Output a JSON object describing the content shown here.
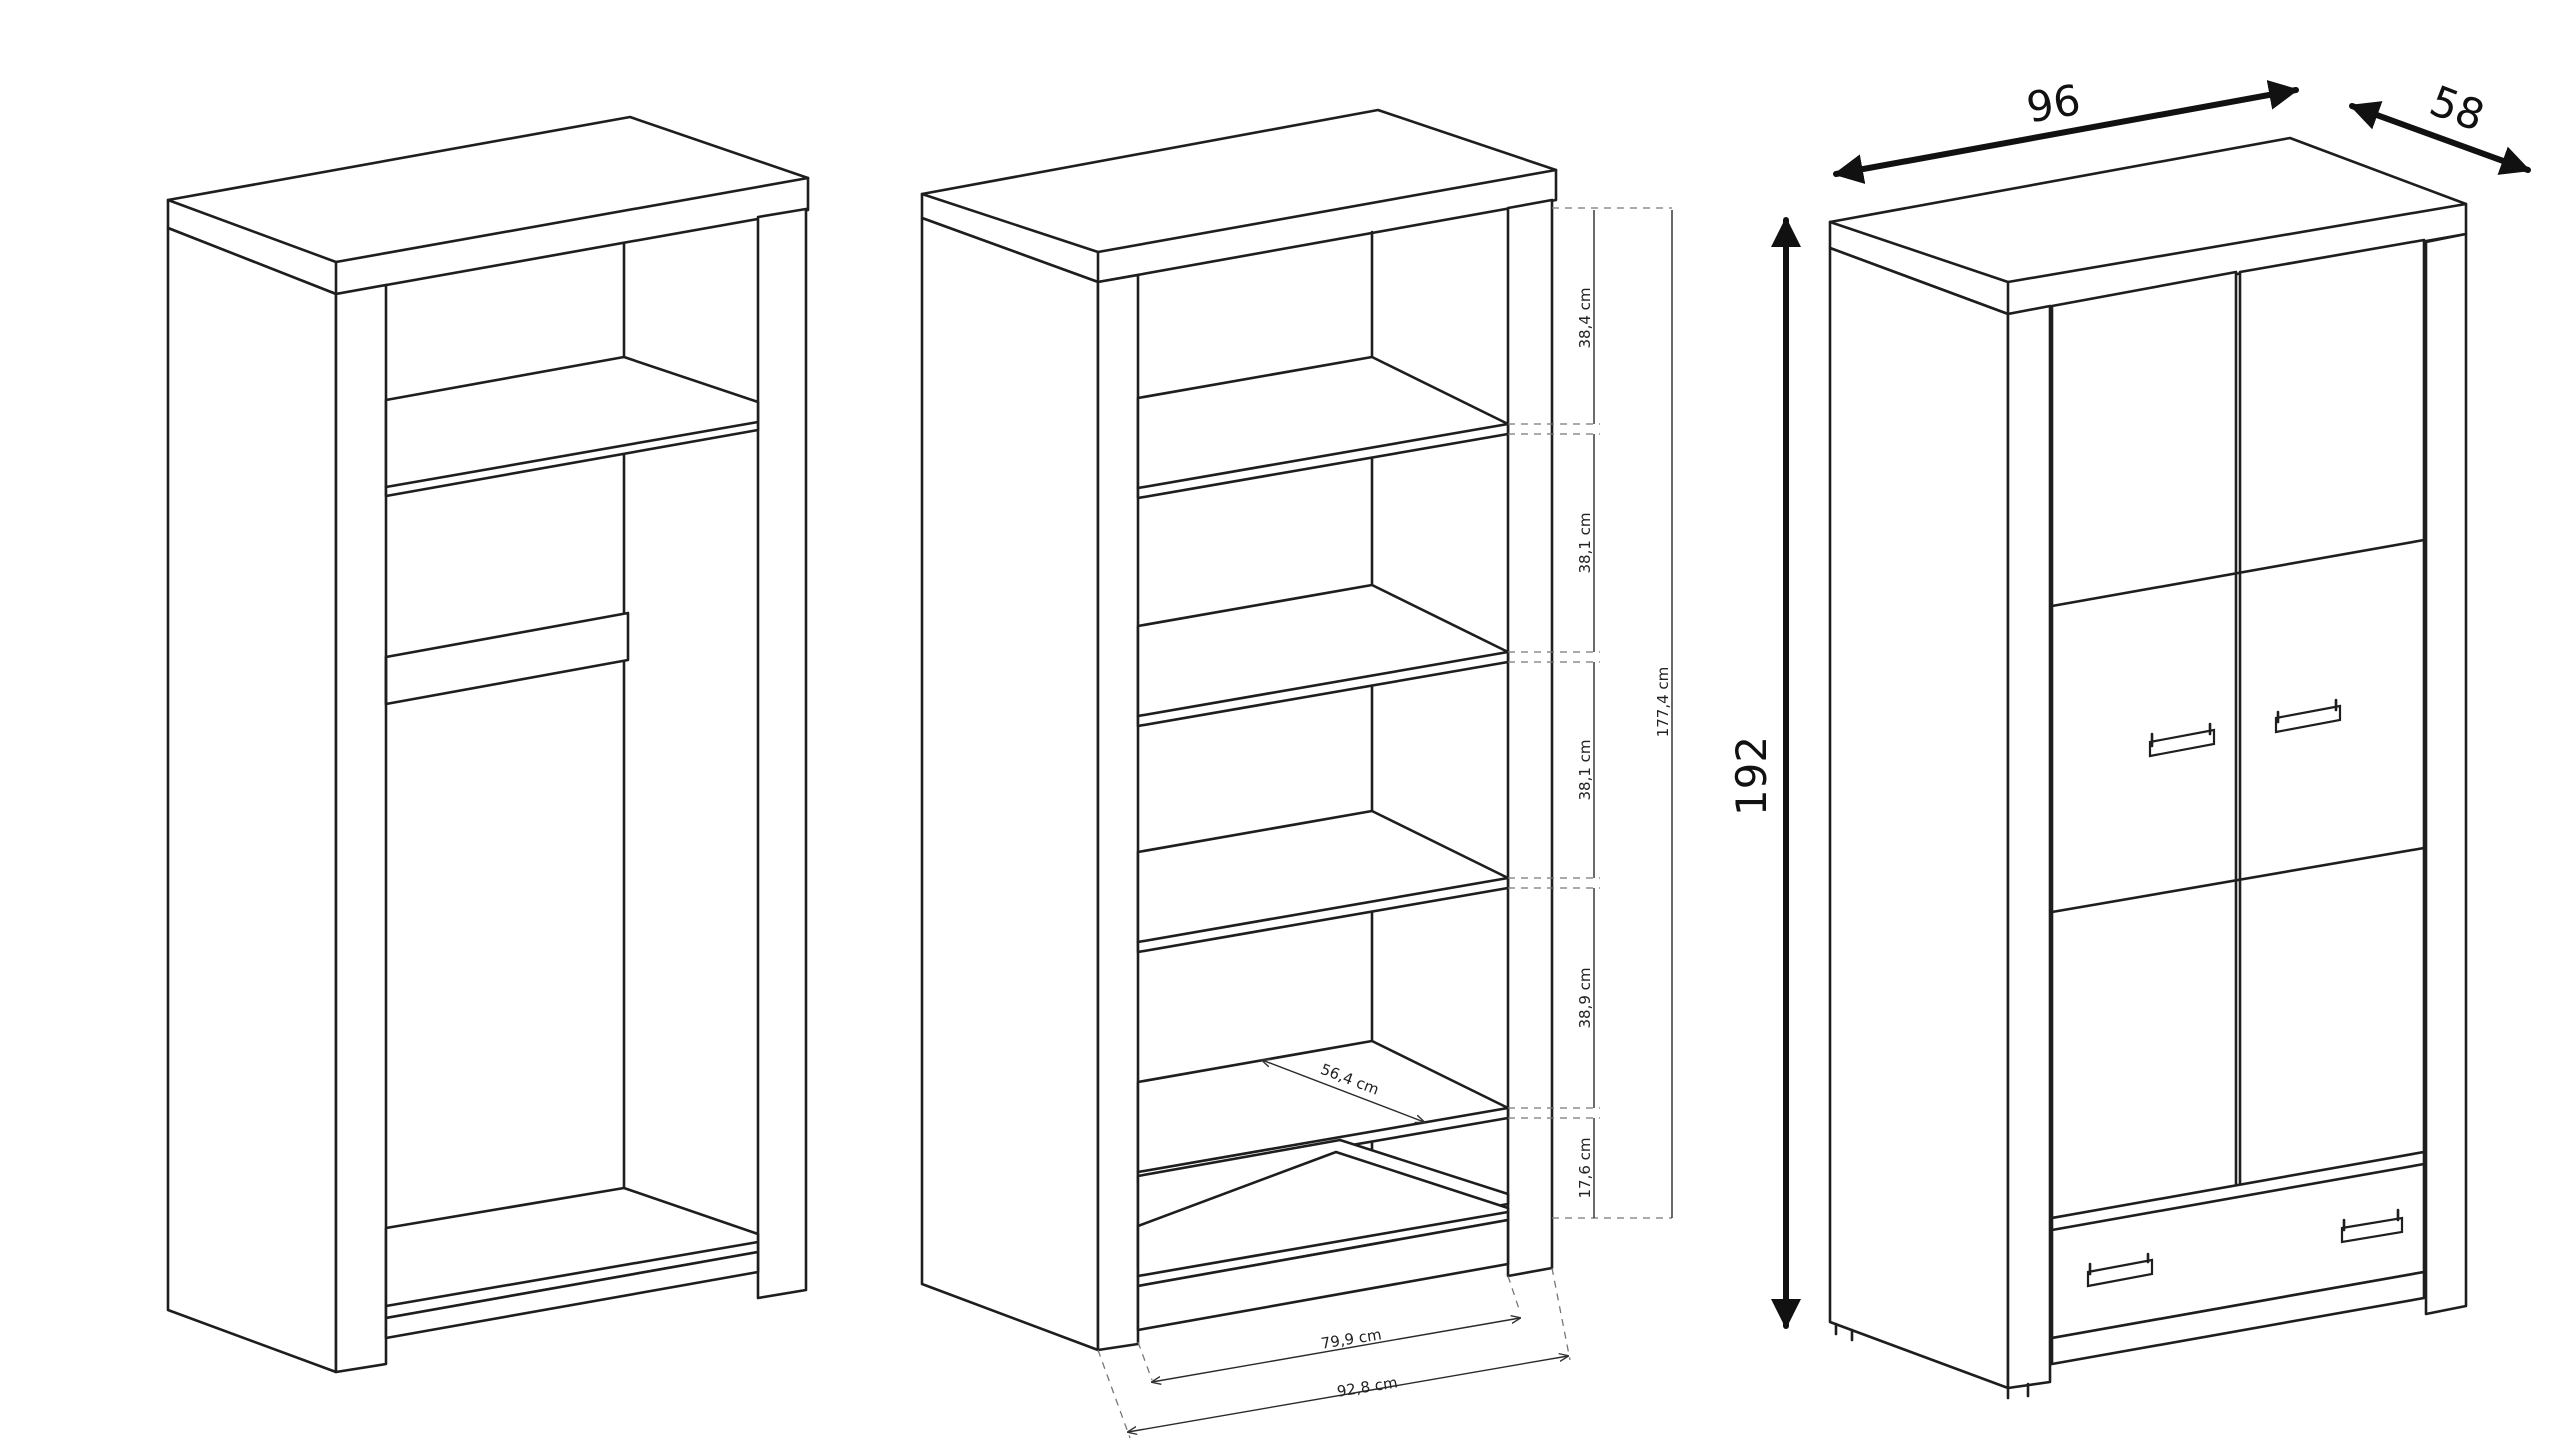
{
  "cabinet_views": {
    "open_wardrobe": {
      "label": ""
    },
    "bookcase_dimensions": {
      "shelf_heights": [
        "38,4 cm",
        "38,1 cm",
        "38,1 cm",
        "38,9 cm",
        "17,6 cm"
      ],
      "total_height": "177,4 cm",
      "shelf_depth": "56,4 cm",
      "inner_width": "79,9 cm",
      "outer_width": "92,8 cm"
    },
    "closed_wardrobe": {
      "width": "96",
      "depth": "58",
      "height": "192"
    }
  },
  "colors": {
    "line": "#1e1e1e",
    "background": "#ffffff",
    "dim_line": "#777777"
  }
}
